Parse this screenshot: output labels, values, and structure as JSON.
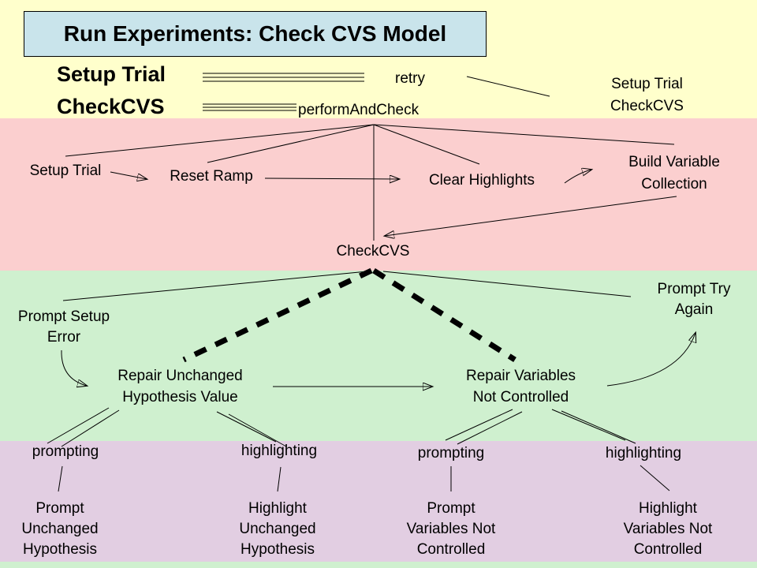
{
  "slide": {
    "title": "Run Experiments: Check CVS Model",
    "colors": {
      "background": "#FFFFCC",
      "band_pink": "#FBCFCF",
      "band_green": "#CFF0CF",
      "band_purple": "#E2CEE2",
      "bottom_strip": "#CFF0CF",
      "title_box_fill": "#C9E4EB",
      "line_color": "#000000"
    },
    "header": {
      "left_bold_line1": "Setup Trial",
      "left_bold_line2": "CheckCVS",
      "retry_label": "retry",
      "perform_label": "performAndCheck",
      "right_label": "Setup Trial\nCheckCVS"
    },
    "pink_band": {
      "setup_trial": "Setup Trial",
      "reset_ramp": "Reset Ramp",
      "clear_highlights": "Clear Highlights",
      "build_variable_collection": "Build Variable\nCollection",
      "check_cvs": "CheckCVS"
    },
    "green_band": {
      "prompt_setup_error": "Prompt Setup\nError",
      "prompt_try_again": "Prompt Try\nAgain",
      "repair_unchanged": "Repair Unchanged\nHypothesis Value",
      "repair_variables": "Repair Variables\nNot Controlled"
    },
    "purple_band": {
      "prompting_left": "prompting",
      "highlighting_left": "highlighting",
      "prompting_right": "prompting",
      "highlighting_right": "highlighting",
      "prompt_unchanged_hypothesis": "Prompt\nUnchanged\nHypothesis",
      "highlight_unchanged_hypothesis": "Highlight\nUnchanged\nHypothesis",
      "prompt_variables_not_controlled": "Prompt\nVariables Not\nControlled",
      "highlight_variables_not_controlled": "Highlight\nVariables Not\nControlled"
    }
  }
}
